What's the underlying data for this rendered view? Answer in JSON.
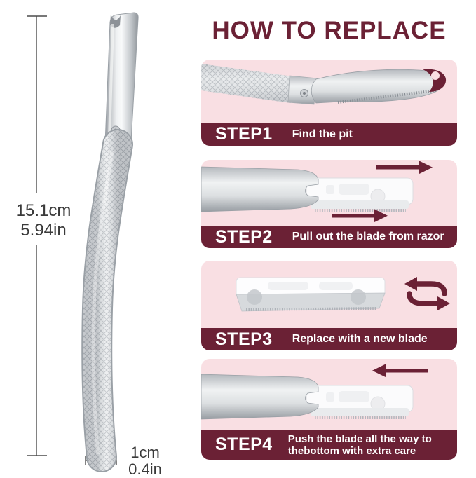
{
  "title": "HOW TO REPLACE",
  "measurements": {
    "length_cm": "15.1cm",
    "length_in": "5.94in",
    "width_cm": "1cm",
    "width_in": "0.4in"
  },
  "steps": [
    {
      "label": "STEP1",
      "caption": "Find the pit",
      "icons": []
    },
    {
      "label": "STEP2",
      "caption": "Pull out the blade from razor",
      "icons": [
        "arrow-right-icon",
        "arrow-right-icon"
      ]
    },
    {
      "label": "STEP3",
      "caption": "Replace with a new blade",
      "icons": [
        "swap-icon"
      ]
    },
    {
      "label": "STEP4",
      "caption": "Push the blade all the way to thebottom with extra care",
      "icons": [
        "arrow-left-icon"
      ]
    }
  ],
  "colors": {
    "maroon": "#6b2135",
    "panel_pink": "#f9dfe3",
    "background": "#ffffff",
    "text_dark": "#3a3a3a"
  }
}
